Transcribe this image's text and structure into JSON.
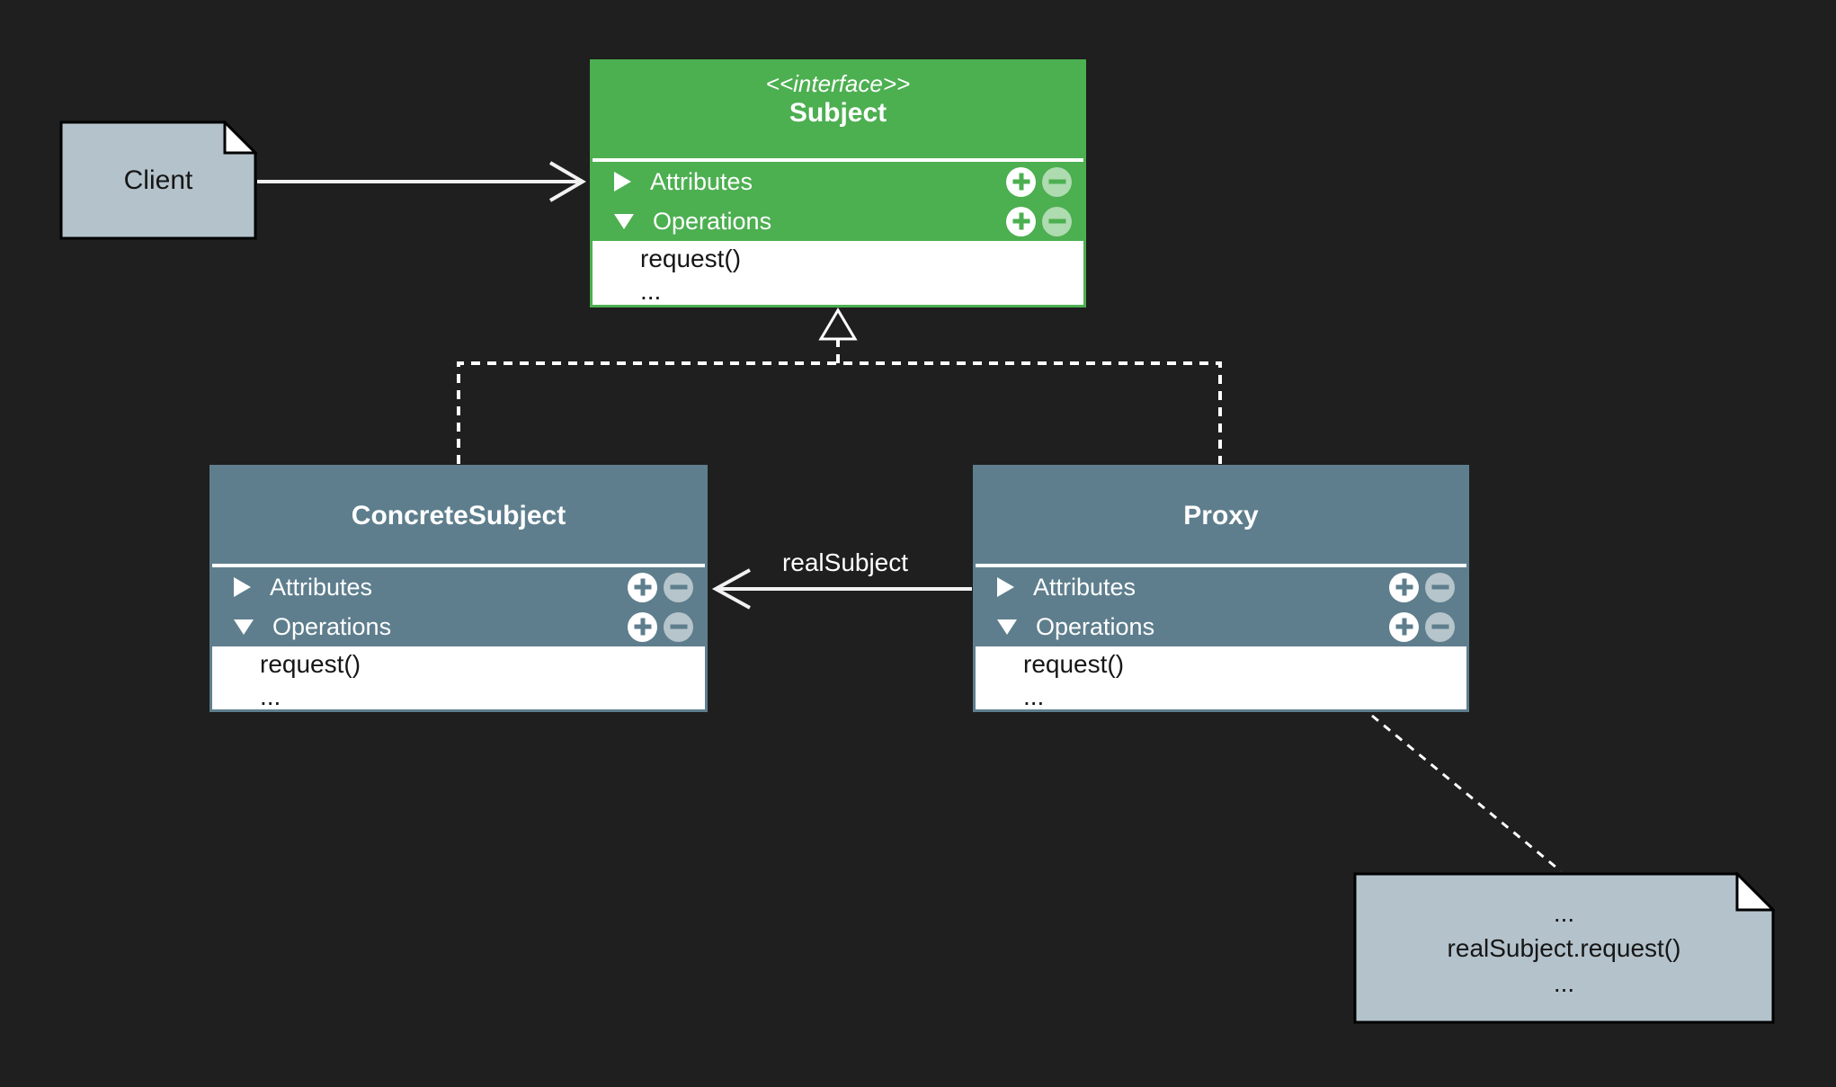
{
  "canvas": {
    "background_color": "#1f1f1f"
  },
  "colors": {
    "interface_header_green": "#4caf50",
    "class_header_slate": "#5e7e8d",
    "note_fill": "#b3c2cb",
    "note_fold": "#ffffff",
    "note_border": "#000000",
    "connector_white": "#ffffff",
    "body_background": "#ffffff",
    "body_text": "#161616"
  },
  "icons": {
    "attributes_collapsed": "triangle-right-icon",
    "operations_expanded": "triangle-down-icon",
    "add_member": "plus-circle-icon",
    "remove_member": "minus-circle-icon",
    "generalization_head": "hollow-triangle-arrowhead",
    "association_head": "open-v-arrowhead"
  },
  "classes": {
    "subject": {
      "stereotype": "<<interface>>",
      "name": "Subject",
      "attributes_label": "Attributes",
      "operations_label": "Operations",
      "operations": [
        "request()",
        "..."
      ]
    },
    "concrete_subject": {
      "name": "ConcreteSubject",
      "attributes_label": "Attributes",
      "operations_label": "Operations",
      "operations": [
        "request()",
        "..."
      ]
    },
    "proxy": {
      "name": "Proxy",
      "attributes_label": "Attributes",
      "operations_label": "Operations",
      "operations": [
        "request()",
        "..."
      ]
    }
  },
  "notes": {
    "client": {
      "text": "Client"
    },
    "implementation": {
      "lines": [
        "...",
        "realSubject.request()",
        "..."
      ]
    }
  },
  "connectors": {
    "real_subject_label": "realSubject"
  }
}
